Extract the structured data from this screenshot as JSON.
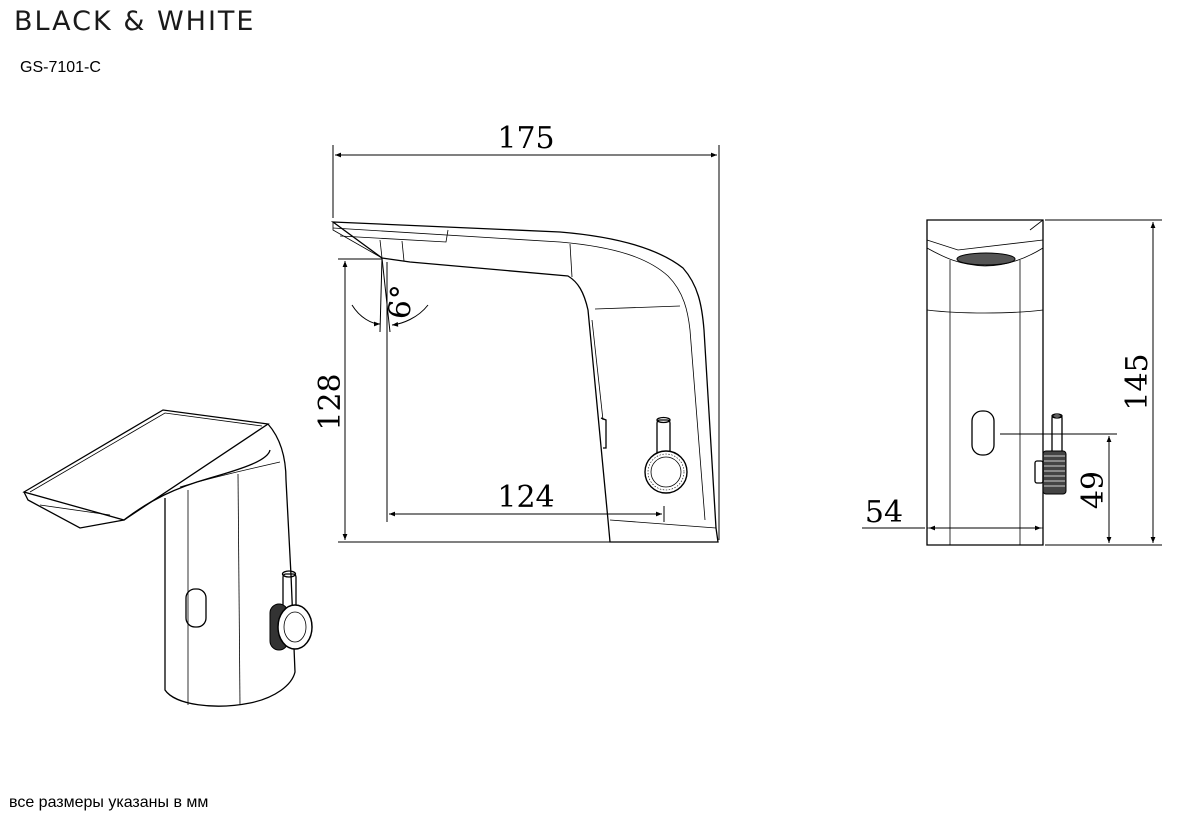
{
  "header": {
    "brand": "BLACK & WHITE",
    "model": "GS-7101-C"
  },
  "footer": {
    "note": "все размеры указаны в мм"
  },
  "dimensions": {
    "length": "175",
    "height": "128",
    "reach": "124",
    "angle": "6°",
    "total_height": "145",
    "base_width": "54",
    "knob_height": "49"
  }
}
